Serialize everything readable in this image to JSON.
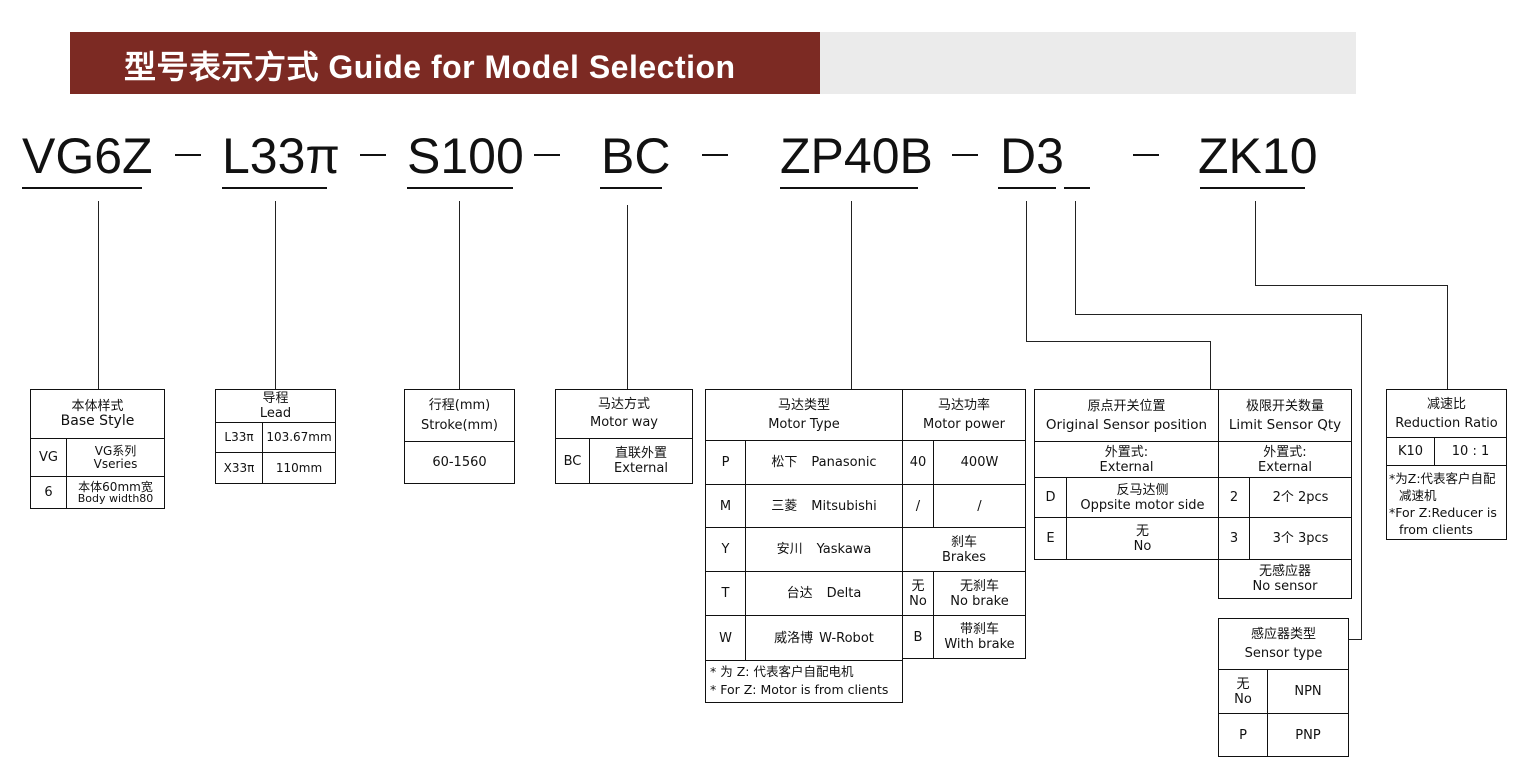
{
  "header": {
    "title": "型号表示方式  Guide for Model Selection"
  },
  "model_code": {
    "seg1": "VG6Z",
    "seg2": "L33π",
    "seg3": "S100",
    "seg4": "BC",
    "seg5": "ZP40B",
    "seg6": "D3",
    "seg7": "ZK10"
  },
  "base_style": {
    "title_cn": "本体样式",
    "title_en": "Base Style",
    "r1_code": "VG",
    "r1_cn": "VG系列",
    "r1_en": "Vseries",
    "r2_code": "6",
    "r2_cn": "本体60mm宽",
    "r2_en": "Body width80"
  },
  "lead": {
    "title_cn": "导程",
    "title_en": "Lead",
    "r1_code": "L33π",
    "r1_val": "103.67mm",
    "r2_code": "X33π",
    "r2_val": "110mm"
  },
  "stroke": {
    "title_cn": "行程(mm)",
    "title_en": "Stroke(mm)",
    "value": "60-1560"
  },
  "motor_way": {
    "title_cn": "马达方式",
    "title_en": "Motor way",
    "code": "BC",
    "cn": "直联外置",
    "en": "External"
  },
  "motor_type": {
    "title_cn": "马达类型",
    "title_en": "Motor Type",
    "rows": [
      {
        "code": "P",
        "cn": "松下",
        "en": "Panasonic"
      },
      {
        "code": "M",
        "cn": "三菱",
        "en": "Mitsubishi"
      },
      {
        "code": "Y",
        "cn": "安川",
        "en": "Yaskawa"
      },
      {
        "code": "T",
        "cn": "台达",
        "en": "Delta"
      },
      {
        "code": "W",
        "cn": "威洛博",
        "en": "W-Robot"
      }
    ],
    "note_cn": "* 为 Z: 代表客户自配电机",
    "note_en": "* For Z: Motor is from clients"
  },
  "motor_power": {
    "title_cn": "马达功率",
    "title_en": "Motor power",
    "r1_code": "40",
    "r1_val": "400W",
    "r2_code": "/",
    "r2_val": "/",
    "brake_cn": "刹车",
    "brake_en": "Brakes",
    "nb_code_cn": "无",
    "nb_code_en": "No",
    "nb_cn": "无刹车",
    "nb_en": "No brake",
    "wb_code": "B",
    "wb_cn": "带刹车",
    "wb_en": "With brake"
  },
  "origin_sensor": {
    "title_cn": "原点开关位置",
    "title_en": "Original Sensor position",
    "ext_cn": "外置式:",
    "ext_en": "External",
    "r1_code": "D",
    "r1_cn": "反马达侧",
    "r1_en": "Oppsite motor side",
    "r2_code": "E",
    "r2_cn": "无",
    "r2_en": "No"
  },
  "limit_sensor": {
    "title_cn": "极限开关数量",
    "title_en": "Limit Sensor Qty",
    "ext_cn": "外置式:",
    "ext_en": "External",
    "r1_code": "2",
    "r1_val": "2个  2pcs",
    "r2_code": "3",
    "r2_val": "3个  3pcs",
    "none_cn": "无感应器",
    "none_en": "No sensor"
  },
  "sensor_type": {
    "title_cn": "感应器类型",
    "title_en": "Sensor type",
    "r1_code_cn": "无",
    "r1_code_en": "No",
    "r1_val": "NPN",
    "r2_code": "P",
    "r2_val": "PNP"
  },
  "reduction": {
    "title_cn": "减速比",
    "title_en": "Reduction Ratio",
    "code": "K10",
    "val": "10 : 1",
    "note_l1": "*为Z:代表客户自配",
    "note_l2": "减速机",
    "note_l3": "*For Z:Reducer is",
    "note_l4": "from clients"
  }
}
